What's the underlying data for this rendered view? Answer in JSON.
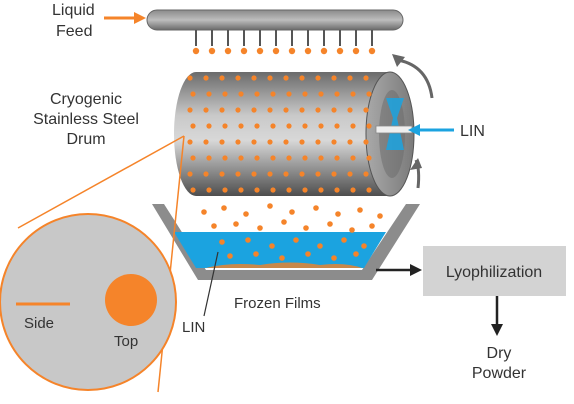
{
  "labels": {
    "liquid_feed_line1": "Liquid",
    "liquid_feed_line2": "Feed",
    "drum_line1": "Cryogenic",
    "drum_line2": "Stainless Steel",
    "drum_line3": "Drum",
    "lin_right": "LIN",
    "lin_bottom": "LIN",
    "frozen_films": "Frozen Films",
    "side": "Side",
    "top": "Top",
    "lyophilization": "Lyophilization",
    "dry_line1": "Dry",
    "dry_line2": "Powder"
  },
  "colors": {
    "orange": "#f5842a",
    "drum_dark": "#5f5f5f",
    "drum_light": "#d0d0d0",
    "lin_blue": "#1ba3e0",
    "box_gray": "#d3d3d3",
    "circle_gray": "#c8c8c8"
  }
}
